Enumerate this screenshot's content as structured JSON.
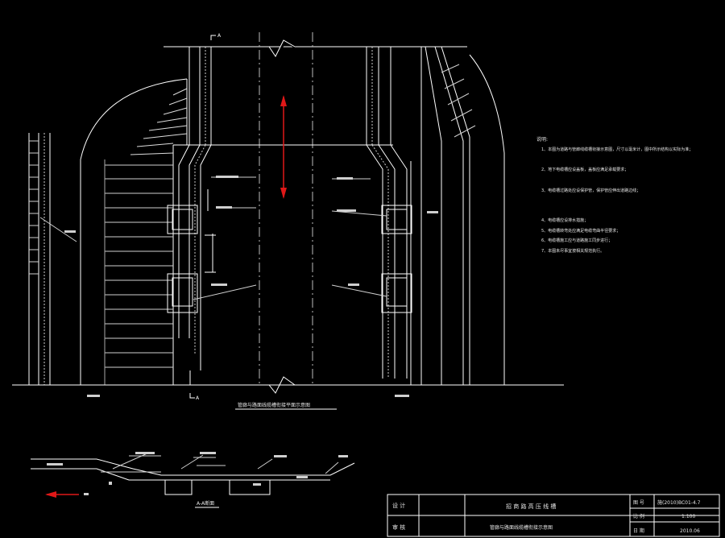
{
  "drawing": {
    "section_mark": "A",
    "plan_caption": "管廊与路面线缆槽衔接平面示意图",
    "section_caption": "A-A断面",
    "cut_symbol": "N"
  },
  "notes": {
    "heading": "说明:",
    "items": [
      "1、本图为道路与管廊线缆槽衔接示意图，尺寸以毫米计，图中所示结构以实际为准；",
      "2、地下电缆槽应设盖板，盖板应满足承载要求；",
      "3、电缆槽过路处应设保护管，保护管应伸出道路边线；",
      "4、电缆槽应设排水措施；",
      "5、电缆槽转弯处应满足电缆弯曲半径要求；",
      "6、电缆槽施工应与道路施工同步进行；",
      "7、本图未尽事宜按相关规范执行。"
    ]
  },
  "title_block": {
    "design_label": "设 计",
    "review_label": "审 核",
    "project_name": "招 商 路 高 压 线 槽",
    "drawing_title": "管廊与路面线缆槽衔接示意图",
    "drawing_no_label": "图 号",
    "drawing_no": "施(2010)BC01-4.7",
    "scale_label": "比 例",
    "scale": "1:100",
    "date_label": "日 期",
    "date": "2010.06"
  }
}
